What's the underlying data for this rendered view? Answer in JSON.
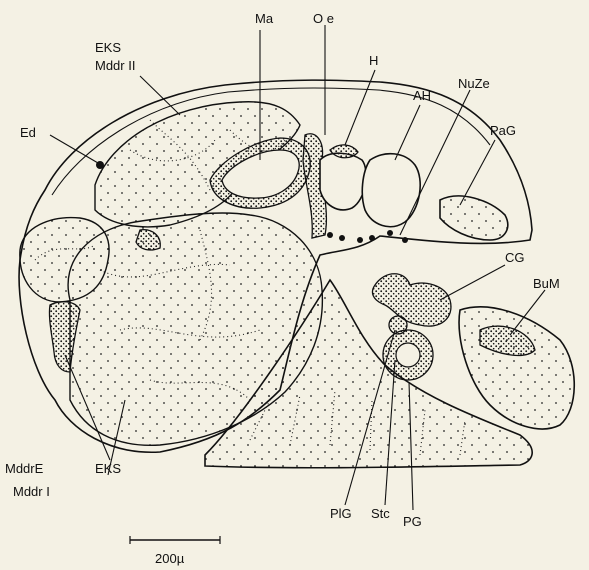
{
  "labels": {
    "ma": "Ma",
    "oe": "O e",
    "h": "H",
    "ah": "AH",
    "nuze": "NuZe",
    "pag": "PaG",
    "eks_top": "EKS",
    "mddr_ii": "Mddr II",
    "ed": "Ed",
    "cg": "CG",
    "bum": "BuM",
    "mddre": "MddrE",
    "mddr_i": "Mddr I",
    "eks_bottom": "EKS",
    "plg": "PlG",
    "stc": "Stc",
    "pg": "PG"
  },
  "scale_bar": {
    "label": "200µ"
  }
}
